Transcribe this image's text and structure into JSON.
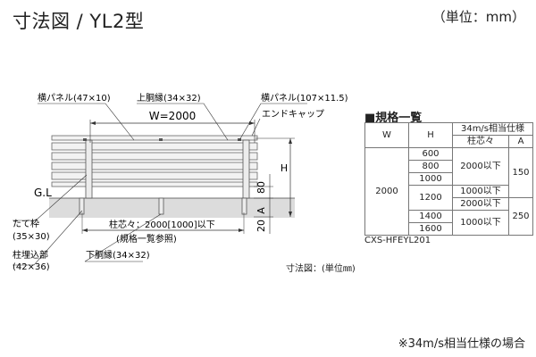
{
  "title": "寸法図 / YL2型",
  "unit": "（単位：mm）",
  "labels": {
    "yoko_panel_small": "横パネル(47×10)",
    "upper_rail": "上胴縁(34×32)",
    "yoko_panel_large": "横パネル(107×11.5)",
    "end_cap": "エンドキャップ",
    "width": "W=2000",
    "gl": "G.L",
    "h": "H",
    "dim_80": "80",
    "dim_a": "A",
    "dim_20": "20",
    "tatewaku": "たて枠",
    "tatewaku_size": "(35×30)",
    "post_pitch": "柱芯々：2000[1000]以下",
    "post_pitch_note": "(規格一覧参照)",
    "post_embed": "柱埋込部",
    "post_embed_size": "(42×36)",
    "lower_rail": "下胴縁(34×32)"
  },
  "caption": "寸法図：(単位㎜)",
  "spec": {
    "title": "■規格一覧",
    "headers": {
      "w": "W",
      "h": "H",
      "group": "34m/s相当仕様",
      "pitch": "柱芯々",
      "a": "A"
    },
    "w_value": "2000",
    "h_values": [
      "600",
      "800",
      "1000",
      "1200",
      "1400",
      "1600"
    ],
    "pitch_values": [
      "2000以下",
      "1000以下",
      "2000以下",
      "1000以下"
    ],
    "a_values": [
      "150",
      "250"
    ]
  },
  "code": "CXS-HFEYL201",
  "footnote": "※34m/s相当仕様の場合"
}
